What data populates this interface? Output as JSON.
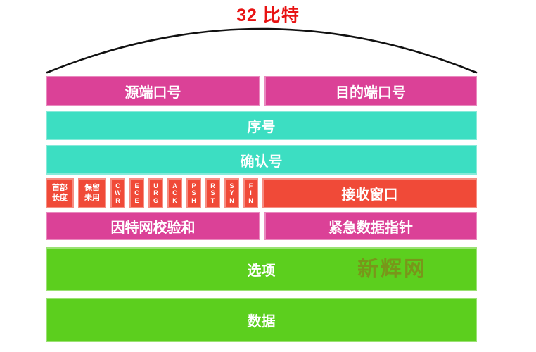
{
  "title": {
    "text": "32 比特"
  },
  "colors": {
    "title_red": "#e81313",
    "pink": "#db4197",
    "teal": "#3cdec2",
    "red": "#f04a38",
    "green": "#5ccf1e",
    "arc_black": "#111111",
    "watermark_olive": "#7f8d1a"
  },
  "fields": {
    "source_port": "源端口号",
    "dest_port": "目的端口号",
    "sequence": "序号",
    "acknowledgment": "确认号",
    "header_length": "首部\n长度",
    "reserved": "保留\n未用",
    "flag_bits": [
      "C\nW\nR",
      "E\nC\nE",
      "U\nR\nG",
      "A\nC\nK",
      "P\nS\nH",
      "R\nS\nT",
      "S\nY\nN",
      "F\nI\nN"
    ],
    "receive_window": "接收窗口",
    "checksum": "因特网校验和",
    "urgent_pointer": "紧急数据指针",
    "options": "选项",
    "data": "数据"
  },
  "watermark": {
    "text": "新辉网"
  }
}
